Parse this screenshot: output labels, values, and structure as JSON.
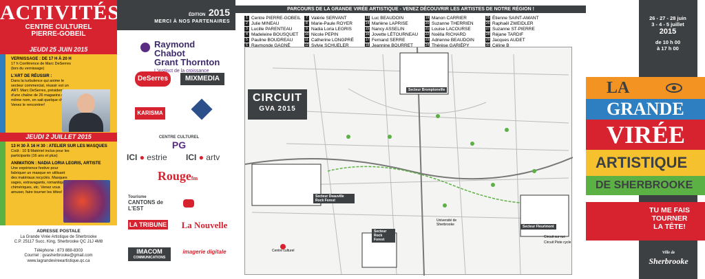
{
  "left": {
    "title": "ACTIVITÉS",
    "subtitle1": "CENTRE CULTUREL",
    "subtitle2": "PIERRE-GOBEIL",
    "date1": "JEUDI 25 JUIN 2015",
    "box1_h1": "VERNISSAGE : DE 17 H À 20 H",
    "box1_t1": "17 h Conférence de Marc DeSerres (lors du vernissage)",
    "box1_h2": "L'ART DE RÉUSSIR :",
    "box1_t2": "Dans la turbulence qui anime le secteur commercial, réussir est un ART. Marc DeSerres, président d'une chaîne de 26 magasins du même nom, en sait quelque chose. Venez le rencontrer!",
    "date2": "JEUDI 2 JUILLET 2015",
    "box2_h1": "13 H 30 À 16 H 30 : ATELIER SUR LES MASQUES",
    "box2_t1": "Coût : 10 $ Matériel inclus pour les participants (16 ans et plus)",
    "box2_h2": "ANIMATION : NADIA LORIA LEGRIS, ARTISTE",
    "box2_t2": "Une expérience festive pour fabriquer un masque en utilisant des matériaux recyclés. Masques sages, extravagants, romantiques, chimériques, etc. Venez vous amuser, faire tourner les têtes!",
    "addr_title": "ADRESSE POSTALE",
    "addr1": "La Grande Virée Artistique de Sherbrooke",
    "addr2": "C.P. 25117 Succ. King, Sherbrooke QC  J1J 4M8",
    "tel": "Téléphone : 873 888-8303",
    "email": "Courriel : gvasherbrooke@gmail.com",
    "web": "www.lagrandevireeartistique.qc.ca"
  },
  "partners": {
    "edition": "ÉDITION",
    "year": "2015",
    "thanks": "MERCI À NOS PARTENAIRES",
    "raymond1": "Raymond Chabot",
    "raymond2": "Grant Thornton",
    "raymond_tag": "L'instinct de la croissance",
    "deserres": "DeSerres",
    "mixmedia": "MIXMEDIA",
    "karisma": "KARISMA",
    "centre": "CENTRE CULTUREL",
    "pg": "PG",
    "ici1": "ICI",
    "estrie": "estrie",
    "ici2": "ICI",
    "artv": "artv",
    "rouge": "Rouge",
    "rouge_fm": "fm",
    "tourisme": "Tourisme",
    "cantons": "CANTONS de L'EST",
    "tribune": "LA TRIBUNE",
    "nouvelle": "La Nouvelle",
    "imacom": "IMACOM",
    "imacom_sub": "COMMUNICATIONS",
    "imagerie": "imagerie digitale"
  },
  "map": {
    "header": "PARCOURS DE LA GRANDE VIRÉE ARTISTIQUE - VENEZ DÉCOUVRIR LES ARTISTES DE NOTRE RÉGION !",
    "legend": [
      {
        "n": "1",
        "name": "Centre PIERRE-GOBEIL"
      },
      {
        "n": "2",
        "name": "Julie MINEAU"
      },
      {
        "n": "3",
        "name": "Lucille PARENTEAU"
      },
      {
        "n": "4",
        "name": "Madeleine BOUSQUET"
      },
      {
        "n": "5",
        "name": "Pauline BOUDREAU"
      },
      {
        "n": "6",
        "name": "Raymonde GAGNÉ"
      },
      {
        "n": "7",
        "name": "Valérie SERVANT"
      },
      {
        "n": "8",
        "name": "Marie-Paule ROYER"
      },
      {
        "n": "9",
        "name": "Nadia Loria LEGRIS"
      },
      {
        "n": "10",
        "name": "Nicole PEPIN"
      },
      {
        "n": "11",
        "name": "Catherine LONGPRÉ"
      },
      {
        "n": "12",
        "name": "Sylvie SCHUELER"
      },
      {
        "n": "13",
        "name": "Luc BEAUDOIN"
      },
      {
        "n": "14",
        "name": "Marlène LAPRISE"
      },
      {
        "n": "15",
        "name": "Nancy ASSELIN"
      },
      {
        "n": "16",
        "name": "Jovette LÉTOURNEAU"
      },
      {
        "n": "17",
        "name": "Fernand SERRE"
      },
      {
        "n": "18",
        "name": "Jeannine BOURRET"
      },
      {
        "n": "19",
        "name": "Manon CARRIER"
      },
      {
        "n": "20",
        "name": "Suzanne THERRIEN"
      },
      {
        "n": "21",
        "name": "Louise LACOURSE"
      },
      {
        "n": "22",
        "name": "Noëlla RICHARD"
      },
      {
        "n": "23",
        "name": "Adrienne BEAUDOIN"
      },
      {
        "n": "24",
        "name": "Thérèse GARIÉPY"
      },
      {
        "n": "25",
        "name": "Étienne SAINT-AMANT"
      },
      {
        "n": "26",
        "name": "Raphaël ZWEIDLER"
      },
      {
        "n": "27",
        "name": "Suzanne ST-PIERRE"
      },
      {
        "n": "28",
        "name": "Réjane TARDIF"
      },
      {
        "n": "29",
        "name": "Jacques AUDET"
      },
      {
        "n": "30",
        "name": "Céline B"
      }
    ],
    "circuit": "CIRCUIT",
    "circuit_sub": "GVA  2015",
    "sector1": "Secteur Bromptonville",
    "sector2": "Secteur Deauville Rock Forest",
    "sector3": "Secteur Rock Forest",
    "sector4": "Secteur Fleurimont",
    "centre": "Centre culturel",
    "univ": "Université de Sherbrooke",
    "legend_circ1": "Circuit sur rue",
    "legend_circ2": "Circuit Piste cycle"
  },
  "right": {
    "dates1": "26 - 27 - 28 juin",
    "dates2": "3 - 4 - 5 juillet",
    "year": "2015",
    "time1": "de 10 h 00",
    "time2": "à 17 h 00",
    "la": "LA",
    "grande": "GRANDE",
    "viree": "VIRÉE",
    "artistique": "ARTISTIQUE",
    "sherbrooke": "DE SHERBROOKE",
    "tu1": "TU ME FAIS",
    "tu2": "TOURNER",
    "tu3": "LA TÊTE!",
    "ville1": "Ville de",
    "ville2": "Sherbrooke"
  }
}
